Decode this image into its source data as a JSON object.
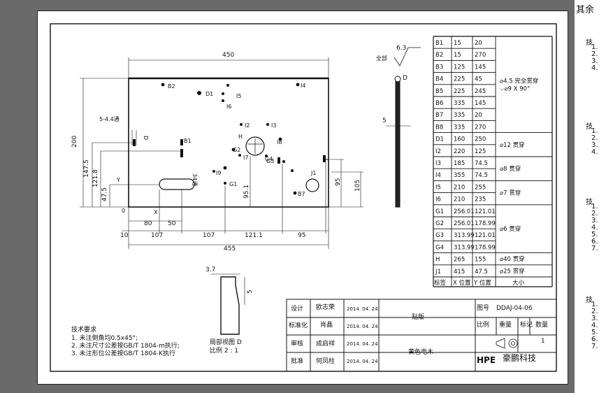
{
  "drawing_title_fragment": "其余",
  "surface_symbol": {
    "prefix": "全部",
    "value": "6.3"
  },
  "plate": {
    "holes": [
      "B2",
      "D1",
      "I5",
      "I6",
      "I4",
      "I2",
      "I3",
      "G2",
      "G4",
      "H",
      "I8",
      "I7",
      "I9",
      "G1",
      "G3",
      "J1",
      "B7",
      "B1"
    ],
    "labels": {
      "slot": "5-4.4通",
      "thread": "34通",
      "x": "X",
      "y": "Y",
      "o": "0",
      "d": "D"
    }
  },
  "dims": {
    "top": "450",
    "left_200": "200",
    "left_147": "147.5",
    "left_121": "121.8",
    "left_47": "47.5",
    "left_0": "0",
    "bottom_10": "10",
    "bottom_80": "80",
    "bottom_50": "50",
    "bottom_107a": "107",
    "bottom_107b": "107",
    "bottom_121": "121.1",
    "bottom_95": "95",
    "bottom_455": "455",
    "mid_951": "95.1",
    "right_95": "95",
    "right_105": "105"
  },
  "side_view": {
    "dim": "5",
    "label": "D"
  },
  "detail": {
    "title": "局部视图 D",
    "scale": "比例 2 : 1",
    "dim_w": "3.7",
    "dim_h": "5"
  },
  "hole_table": {
    "header": [
      "标签",
      "X 位置",
      "Y 位置",
      "大小"
    ],
    "rows": [
      [
        "B1",
        "15",
        "20"
      ],
      [
        "B2",
        "15",
        "270"
      ],
      [
        "B3",
        "125",
        "145"
      ],
      [
        "B4",
        "225",
        "45"
      ],
      [
        "B5",
        "225",
        "245"
      ],
      [
        "B6",
        "335",
        "145"
      ],
      [
        "B7",
        "335",
        "20"
      ],
      [
        "B8",
        "335",
        "270"
      ],
      [
        "D1",
        "160",
        "250"
      ],
      [
        "I2",
        "220",
        "125"
      ],
      [
        "I3",
        "185",
        "74.5"
      ],
      [
        "I4",
        "355",
        "74.5"
      ],
      [
        "I5",
        "210",
        "255"
      ],
      [
        "I6",
        "210",
        "235"
      ],
      [
        "G1",
        "256.01",
        "121.01"
      ],
      [
        "G2",
        "256.01",
        "178.99"
      ],
      [
        "G3",
        "313.99",
        "121.01"
      ],
      [
        "G4",
        "313.99",
        "178.99"
      ],
      [
        "H",
        "265",
        "155"
      ],
      [
        "J1",
        "415",
        "47.5"
      ]
    ],
    "sizes": [
      {
        "text": "⌀4.5 完全贯穿\n⌵⌀9 X 90°",
        "rows": 8
      },
      {
        "text": "⌀12 贯穿",
        "rows": 2
      },
      {
        "text": "⌀8 贯穿",
        "rows": 2
      },
      {
        "text": "⌀7 贯穿",
        "rows": 2
      },
      {
        "text": "⌀6 贯穿",
        "rows": 4
      },
      {
        "text": "⌀40 贯穿",
        "rows": 1
      },
      {
        "text": "⌀25 贯穿",
        "rows": 1
      }
    ]
  },
  "tech_notes": {
    "title": "技术要求",
    "lines": [
      "1. 未注倒角均0.5x45°;",
      "2. 未注尺寸公差按GB/T 1804-m执行;",
      "3. 未注形位公差按GB/T 1804-K执行"
    ]
  },
  "title_block": {
    "design": "设计",
    "designer": "欧志荣",
    "design_date": "2014. 04. 24",
    "standard": "标准化",
    "standard_name": "肖晶",
    "standard_date": "2014. 04. 24",
    "review": "审核",
    "reviewer": "成启祥",
    "review_date": "2014. 04. 24",
    "approve": "批准",
    "approver": "何凤柱",
    "approve_date": "2014. 04. 24",
    "part_name": "贴版",
    "material": "黄色电木",
    "drawing_no_label": "图号",
    "drawing_no": "DDAJ-04-06",
    "ratio": "比例",
    "weight": "重量",
    "mark": "标记",
    "qty": "数量",
    "qty_value": "1",
    "company": "豪鹏科技",
    "logo": "HPE"
  },
  "right_panel_lines": [
    "技",
    "1.",
    "2.",
    "3.",
    "4.",
    "技",
    "1.",
    "2.",
    "3.",
    "4.",
    "技",
    "1.",
    "2.",
    "3.",
    "4.",
    "5.",
    "6.",
    "7.",
    "技",
    "1.",
    "2.",
    "3.",
    "4.",
    "5.",
    "6.",
    "7."
  ]
}
